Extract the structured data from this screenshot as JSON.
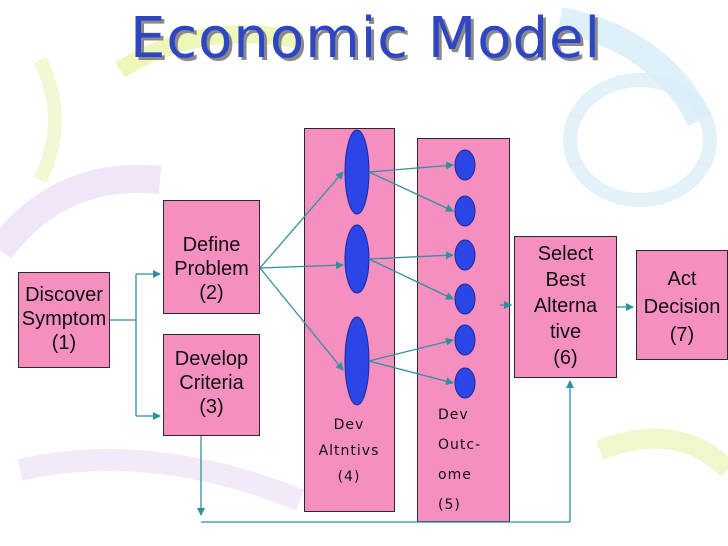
{
  "title": "Economic Model",
  "colors": {
    "box_fill": "#f58fbf",
    "title": "#2f46c4",
    "node_fill": "#2b45e6",
    "arrow": "#2e8fa0"
  },
  "steps": {
    "discover": [
      "Discover",
      "Symptom",
      "(1)"
    ],
    "define": [
      "Define",
      "Problem",
      "(2)"
    ],
    "develop": [
      "Develop",
      "Criteria",
      "(3)"
    ],
    "select": [
      "Select",
      "Best",
      "Alterna",
      "tive",
      "(6)"
    ],
    "act": [
      "Act",
      "Decision",
      "(7)"
    ]
  },
  "columns": {
    "alternatives": [
      "Dev",
      "Altntivs",
      "(4)"
    ],
    "outcomes": [
      "Dev",
      "Outc-",
      "ome",
      "(5)"
    ]
  }
}
